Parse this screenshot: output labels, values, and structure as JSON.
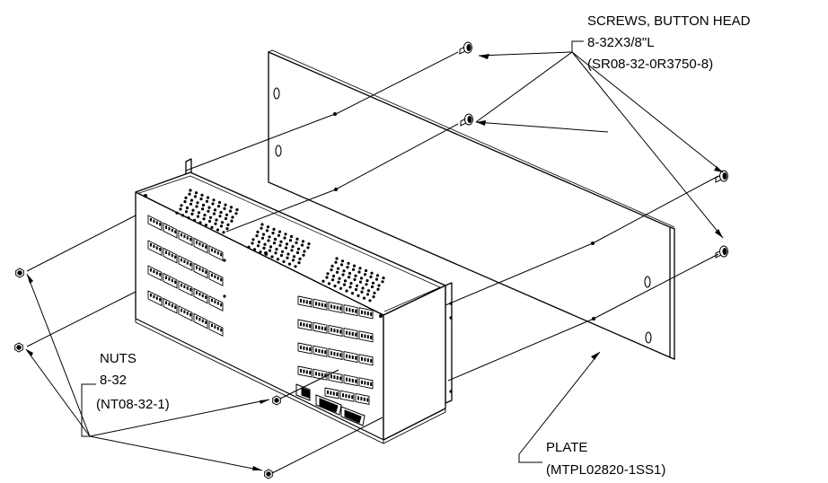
{
  "callouts": {
    "screws": {
      "line1": "SCREWS, BUTTON HEAD",
      "line2": "8-32X3/8\"L",
      "line3": "(SR08-32-0R3750-8)"
    },
    "nuts": {
      "line1": "NUTS",
      "line2": "8-32",
      "line3": "(NT08-32-1)"
    },
    "plate": {
      "line1": "PLATE",
      "line2": "(MTPL02820-1SS1)"
    }
  },
  "colors": {
    "line": "#000000",
    "background": "#ffffff"
  }
}
